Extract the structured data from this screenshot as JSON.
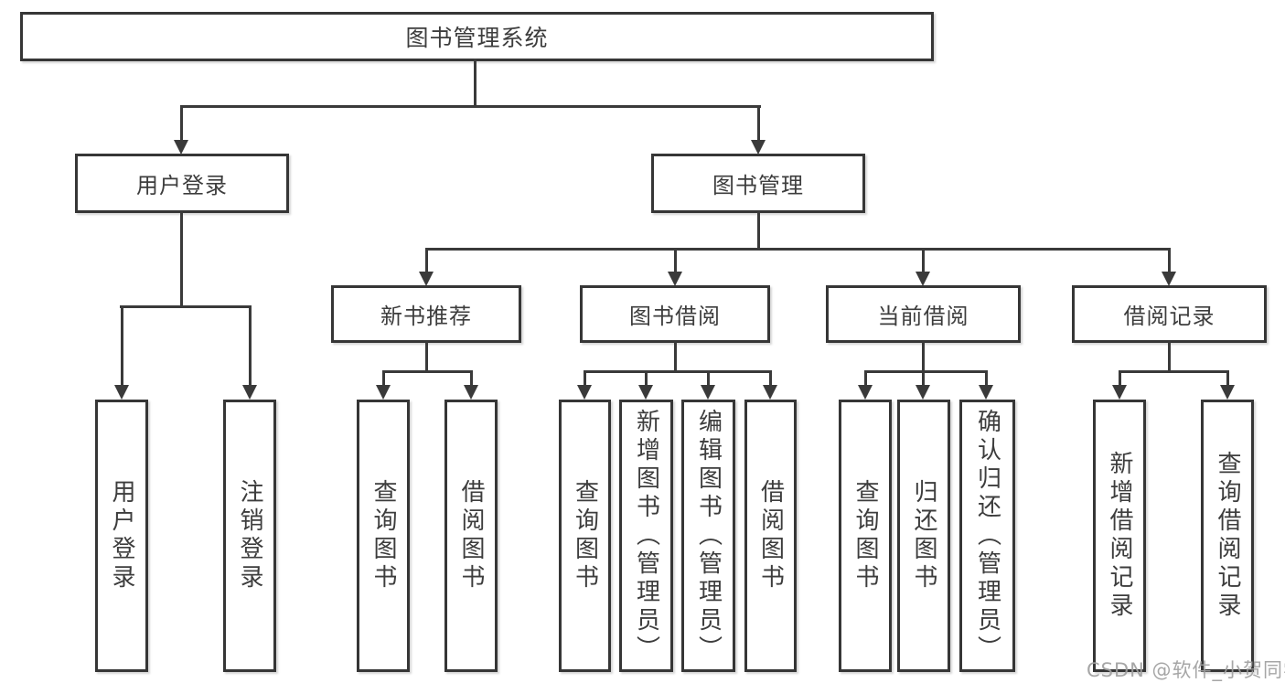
{
  "diagram": {
    "root": {
      "label": "图书管理系统"
    },
    "branches": [
      {
        "label": "用户登录",
        "children": [
          {
            "label": "用户登录"
          },
          {
            "label": "注销登录"
          }
        ]
      },
      {
        "label": "图书管理",
        "children": [
          {
            "label": "新书推荐",
            "children": [
              {
                "label": "查询图书"
              },
              {
                "label": "借阅图书"
              }
            ]
          },
          {
            "label": "图书借阅",
            "children": [
              {
                "label": "查询图书"
              },
              {
                "label": "新增图书（管理员）"
              },
              {
                "label": "编辑图书（管理员）"
              },
              {
                "label": "借阅图书"
              }
            ]
          },
          {
            "label": "当前借阅",
            "children": [
              {
                "label": "查询图书"
              },
              {
                "label": "归还图书"
              },
              {
                "label": "确认归还（管理员）"
              }
            ]
          },
          {
            "label": "借阅记录",
            "children": [
              {
                "label": "新增借阅记录"
              },
              {
                "label": "查询借阅记录"
              }
            ]
          }
        ]
      }
    ]
  },
  "watermark": {
    "text": "CSDN @软件_小贺同学"
  },
  "colors": {
    "line": "#3a3a3a",
    "box_border": "#363636",
    "text": "#3d3d3d",
    "watermark": "#9e9e9e",
    "background": "#ffffff"
  }
}
